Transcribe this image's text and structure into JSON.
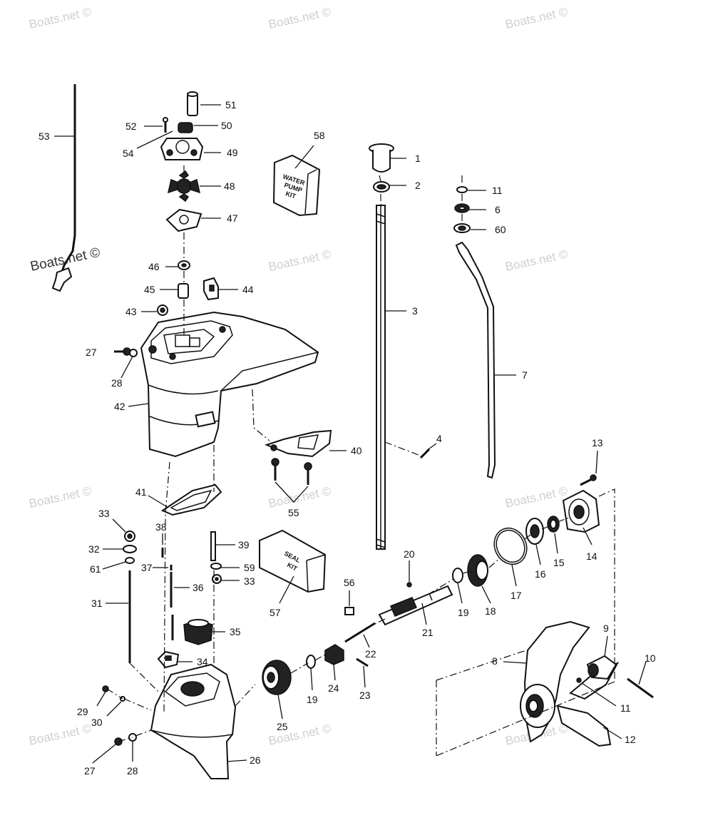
{
  "watermark": "Boats.net ©",
  "kits": {
    "water_pump": [
      "WATER",
      "PUMP",
      "KIT"
    ],
    "seal": [
      "SEAL",
      "KIT"
    ]
  },
  "callouts": [
    "1",
    "2",
    "3",
    "4",
    "6",
    "7",
    "8",
    "9",
    "10",
    "11",
    "11",
    "12",
    "13",
    "14",
    "15",
    "16",
    "17",
    "18",
    "19",
    "19",
    "20",
    "21",
    "22",
    "23",
    "24",
    "25",
    "26",
    "27",
    "27",
    "28",
    "28",
    "29",
    "30",
    "31",
    "32",
    "33",
    "33",
    "34",
    "35",
    "36",
    "37",
    "38",
    "39",
    "40",
    "41",
    "42",
    "43",
    "44",
    "45",
    "46",
    "47",
    "48",
    "49",
    "50",
    "51",
    "52",
    "53",
    "54",
    "55",
    "56",
    "57",
    "58",
    "59",
    "60",
    "61"
  ]
}
